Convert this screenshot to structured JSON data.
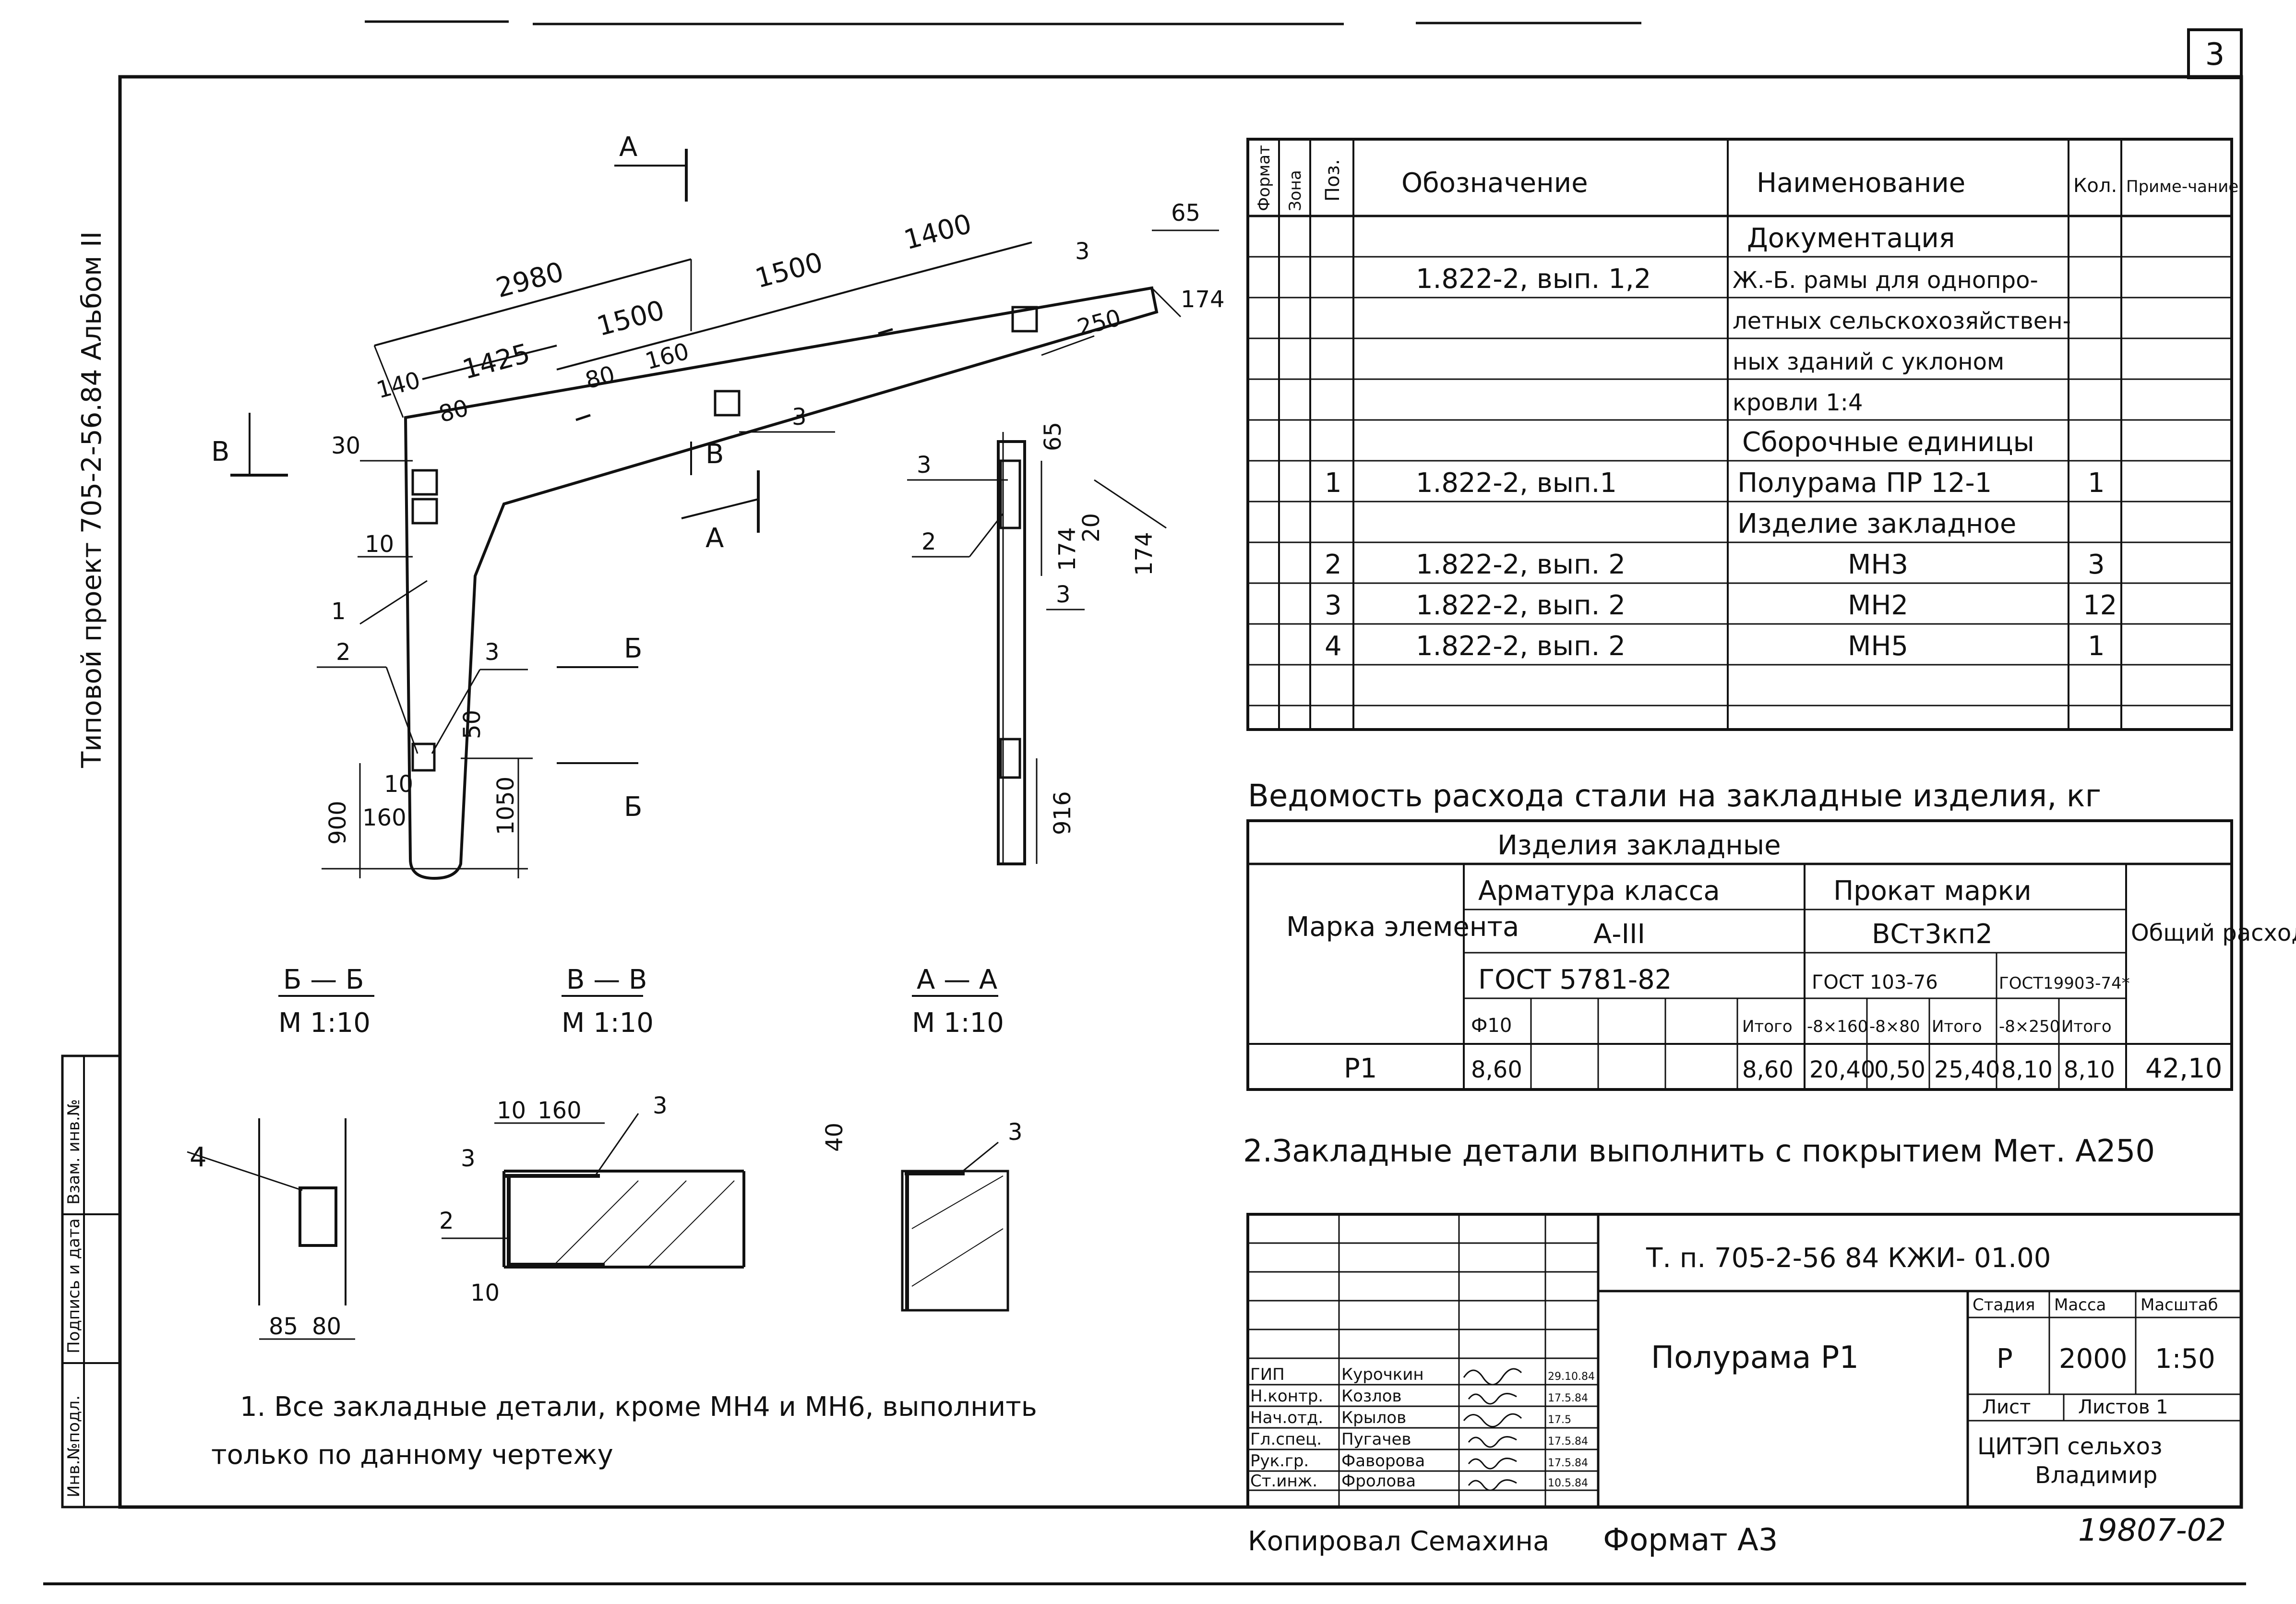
{
  "sheet_number": "3",
  "side_title": "Типовой проект 705-2-56.84 Альбом II",
  "side_stamp": [
    "Инв.№подл.",
    "Подпись и дата",
    "Взам. инв.№"
  ],
  "drawing": {
    "dims": [
      "2980",
      "1500",
      "1500",
      "1400",
      "1425",
      "140",
      "80",
      "80",
      "160",
      "30",
      "10",
      "10",
      "160",
      "900",
      "50",
      "1050",
      "65",
      "174",
      "3",
      "250",
      "3",
      "65",
      "20",
      "174",
      "174",
      "3",
      "916"
    ],
    "callouts": [
      "1",
      "2",
      "3",
      "3",
      "3",
      "2",
      "3",
      "4",
      "2",
      "3",
      "3"
    ],
    "section_marks": [
      "А",
      "А",
      "Б",
      "Б",
      "В",
      "В"
    ],
    "section_labels": [
      {
        "name": "Б — Б",
        "scale": "М 1:10"
      },
      {
        "name": "В — В",
        "scale": "М 1:10"
      },
      {
        "name": "А — А",
        "scale": "М 1:10"
      }
    ],
    "detail_dims": [
      "85",
      "80",
      "10",
      "160",
      "3",
      "10",
      "40"
    ]
  },
  "spec_table": {
    "headers": [
      "Формат",
      "Зона",
      "Поз.",
      "Обозначение",
      "Наименование",
      "Кол.",
      "Приме-чание"
    ],
    "rows": [
      {
        "pos": "",
        "designation": "",
        "name": "Документация",
        "qty": ""
      },
      {
        "pos": "",
        "designation": "1.822-2, вып. 1,2",
        "name": "Ж.-Б. рамы для однопро-",
        "qty": ""
      },
      {
        "pos": "",
        "designation": "",
        "name": "летных сельскохозяйствен-",
        "qty": ""
      },
      {
        "pos": "",
        "designation": "",
        "name": "ных зданий с уклоном",
        "qty": ""
      },
      {
        "pos": "",
        "designation": "",
        "name": "кровли 1:4",
        "qty": ""
      },
      {
        "pos": "",
        "designation": "",
        "name": "Сборочные единицы",
        "qty": ""
      },
      {
        "pos": "1",
        "designation": "1.822-2, вып.1",
        "name": "Полурама ПР 12-1",
        "qty": "1"
      },
      {
        "pos": "",
        "designation": "",
        "name": "Изделие закладное",
        "qty": ""
      },
      {
        "pos": "2",
        "designation": "1.822-2, вып. 2",
        "name": "МН3",
        "qty": "3"
      },
      {
        "pos": "3",
        "designation": "1.822-2, вып. 2",
        "name": "МН2",
        "qty": "12"
      },
      {
        "pos": "4",
        "designation": "1.822-2, вып. 2",
        "name": "МН5",
        "qty": "1"
      },
      {
        "pos": "",
        "designation": "",
        "name": "",
        "qty": ""
      }
    ]
  },
  "steel_table": {
    "title": "Ведомость расхода стали на закладные изделия, кг",
    "group_header": "Изделия закладные",
    "mark_header": "Марка элемента",
    "rebar_class": "Арматура класса",
    "rebar_grade": "А-III",
    "rebar_gost": "ГОСТ 5781-82",
    "rolled_header": "Прокат марки",
    "rolled_grade": "ВСт3кп2",
    "gost_103": "ГОСТ 103-76",
    "gost_19903": "ГОСТ19903-74*",
    "total_header": "Общий расход",
    "sub_headers": [
      "Ф10",
      "",
      "",
      "",
      "Итого",
      "-8×160",
      "-8×80",
      "Итого",
      "-8×250",
      "Итого"
    ],
    "row": {
      "mark": "Р1",
      "values": [
        "8,60",
        "",
        "",
        "",
        "8,60",
        "20,40",
        "0,50",
        "25,40",
        "8,10",
        "8,10"
      ],
      "total": "42,10"
    }
  },
  "notes": [
    "1. Все закладные детали, кроме МН4 и МН6, выполнить",
    "только по данному чертежу",
    "2.Закладные детали выполнить с покрытием Мет. А250"
  ],
  "title_block": {
    "code": "Т. п. 705-2-56 84  КЖИ- 01.00",
    "name": "Полурама Р1",
    "stage_label": "Стадия",
    "mass_label": "Масса",
    "scale_label": "Масштаб",
    "stage": "Р",
    "mass": "2000",
    "scale": "1:50",
    "sheet_label": "Лист",
    "sheets_label": "Листов 1",
    "org": "ЦИТЭП сельхоз",
    "city": "Владимир",
    "staff": [
      {
        "role": "ГИП",
        "name": "Курочкин",
        "date": "29.10.84"
      },
      {
        "role": "Н.контр.",
        "name": "Козлов",
        "date": "17.5.84"
      },
      {
        "role": "Нач.отд.",
        "name": "Крылов",
        "date": "17.5"
      },
      {
        "role": "Гл.спец.",
        "name": "Пугачев",
        "date": "17.5.84"
      },
      {
        "role": "Рук.гр.",
        "name": "Фаворова",
        "date": "17.5.84"
      },
      {
        "role": "Ст.инж.",
        "name": "Фролова",
        "date": "10.5.84"
      }
    ]
  },
  "footer": {
    "copied": "Копировал Семахина",
    "format": "Формат А3",
    "number": "19807-02"
  }
}
